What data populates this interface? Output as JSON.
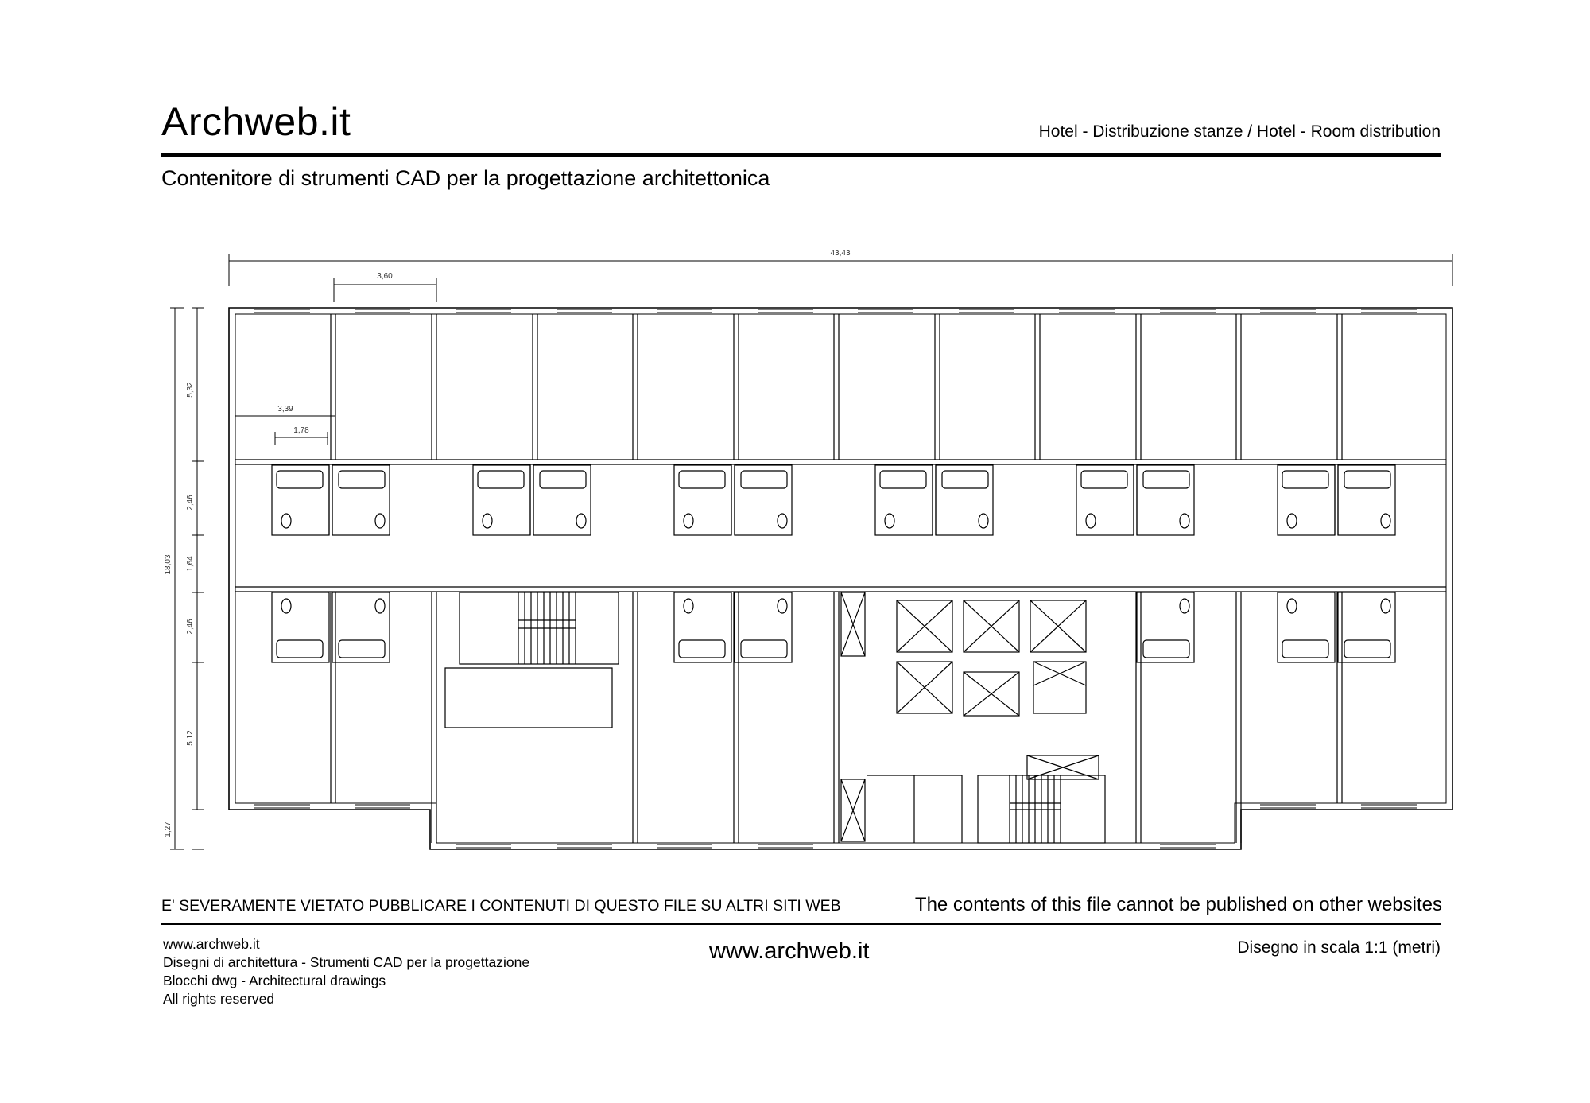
{
  "header": {
    "brand": "Archweb.it",
    "title": "Hotel - Distribuzione stanze  /  Hotel - Room distribution",
    "subtitle": "Contenitore di strumenti CAD per la progettazione architettonica"
  },
  "dimensions": {
    "total_width": "43,43",
    "room_width": "3,60",
    "bath_width": "3,39",
    "bath_inner": "1,78",
    "total_depth": "18,03",
    "room_north": "5,32",
    "bath_north": "2,46",
    "corridor": "1,64",
    "bath_south": "2,46",
    "room_south": "5,12",
    "balcony": "1,27"
  },
  "footer": {
    "warning_it": "E' SEVERAMENTE VIETATO PUBBLICARE I CONTENUTI DI QUESTO FILE SU ALTRI SITI WEB",
    "warning_en": "The contents of this file cannot be published on other websites",
    "lines": [
      "www.archweb.it",
      "Disegni di architettura - Strumenti CAD  per la progettazione",
      "Blocchi dwg - Architectural drawings",
      "All rights reserved"
    ],
    "site": "www.archweb.it",
    "scale": "Disegno in scala 1:1 (metri)"
  }
}
